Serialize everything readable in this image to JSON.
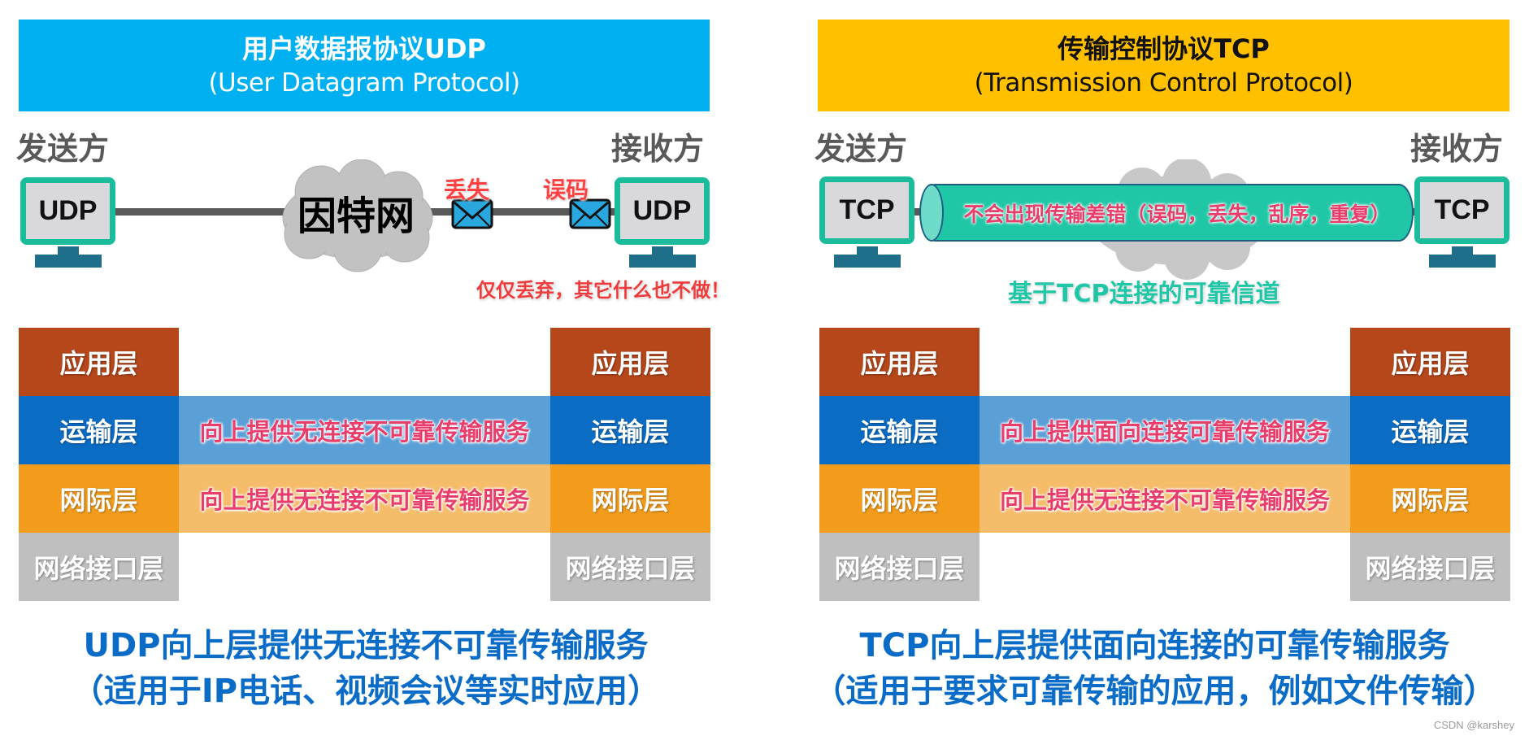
{
  "colors": {
    "udp_banner": "#00b0f0",
    "tcp_banner": "#ffc000",
    "monitor_frame": "#1abc9c",
    "monitor_stand": "#1f6f8b",
    "application_layer": "#b5471b",
    "transport_layer": "#0b6cc4",
    "transport_band": "#5a9fd6",
    "internet_layer": "#f39c1c",
    "internet_band": "#f5bd6a",
    "netif_layer": "#bfbfbf",
    "highlight_text": "#e83e6c",
    "caption_text": "#0a6cc7",
    "tcp_pipe": "#1fc7a6"
  },
  "udp": {
    "title": "用户数据报协议UDP",
    "subtitle": "(User Datagram Protocol)",
    "sender_label": "发送方",
    "receiver_label": "接收方",
    "sender_monitor": "UDP",
    "receiver_monitor": "UDP",
    "cloud_label": "因特网",
    "lost_tag": "丢失",
    "error_tag": "误码",
    "discard_note": "仅仅丢弃，其它什么也不做！",
    "layers": {
      "left": [
        "应用层",
        "运输层",
        "网际层",
        "网络接口层"
      ],
      "right": [
        "应用层",
        "运输层",
        "网际层",
        "网络接口层"
      ]
    },
    "bands": {
      "transport": "向上提供无连接不可靠传输服务",
      "internet": "向上提供无连接不可靠传输服务"
    },
    "caption_line1": "UDP向上层提供无连接不可靠传输服务",
    "caption_line2": "（适用于IP电话、视频会议等实时应用）"
  },
  "tcp": {
    "title": "传输控制协议TCP",
    "subtitle": "(Transmission Control Protocol)",
    "sender_label": "发送方",
    "receiver_label": "接收方",
    "sender_monitor": "TCP",
    "receiver_monitor": "TCP",
    "pipe_text": "不会出现传输差错（误码，丢失，乱序，重复）",
    "channel_label": "基于TCP连接的可靠信道",
    "layers": {
      "left": [
        "应用层",
        "运输层",
        "网际层",
        "网络接口层"
      ],
      "right": [
        "应用层",
        "运输层",
        "网际层",
        "网络接口层"
      ]
    },
    "bands": {
      "transport": "向上提供面向连接可靠传输服务",
      "internet": "向上提供无连接不可靠传输服务"
    },
    "caption_line1": "TCP向上层提供面向连接的可靠传输服务",
    "caption_line2": "（适用于要求可靠传输的应用，例如文件传输）"
  },
  "watermark": "CSDN @karshey"
}
